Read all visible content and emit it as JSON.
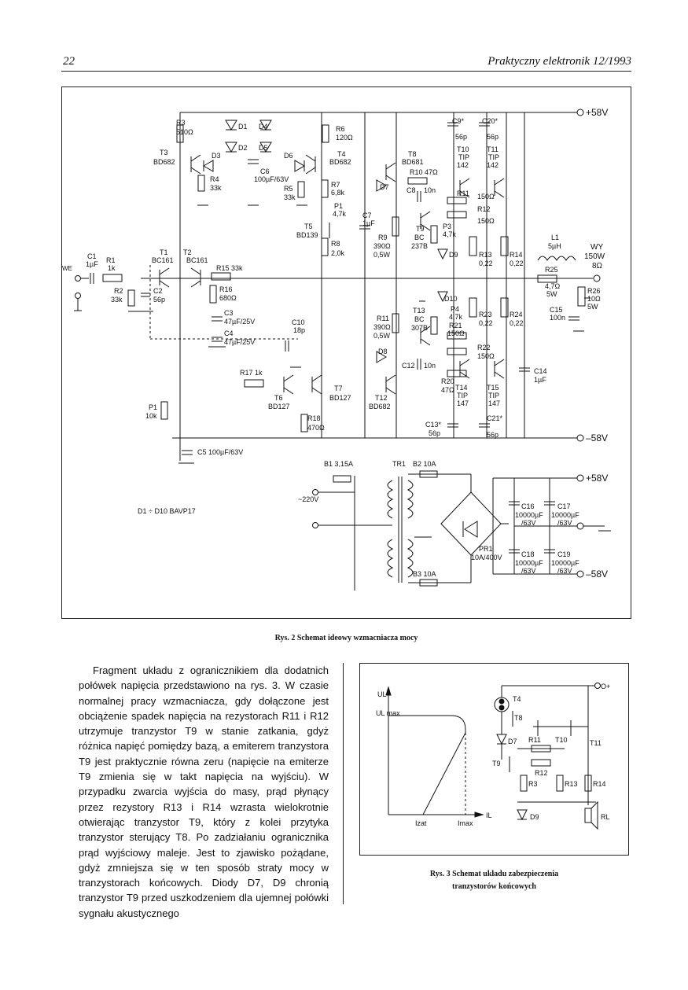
{
  "header": {
    "page_number": "22",
    "journal": "Praktyczny elektronik 12/1993"
  },
  "figure2": {
    "caption": "Rys. 2 Schemat ideowy wzmacniacza mocy",
    "rail_pos": "+58V",
    "rail_neg": "–58V",
    "note": "D1 ÷ D10 BAVP17",
    "labels": {
      "R3": "R3",
      "R3v": "510Ω",
      "D1": "D1",
      "D4": "D4",
      "R6": "R6",
      "R6v": "120Ω",
      "D2": "D2",
      "D5": "D5",
      "T3": "T3",
      "T3t": "BD682",
      "D3": "D3",
      "D6": "D6",
      "T4": "T4",
      "T4t": "BD682",
      "C6": "C6",
      "C6v": "100µF/63V",
      "R4": "R4",
      "R4v": "33k",
      "R5": "R5",
      "R5v": "33k",
      "R7": "R7",
      "R7v": "6,8k",
      "P1a": "P1",
      "P1av": "4,7k",
      "T5": "T5",
      "T5t": "BD139",
      "R8": "R8",
      "R8v": "2,0k",
      "T8": "T8",
      "T8t": "BD681",
      "R10": "R10 47Ω",
      "D7": "D7",
      "C8": "C8",
      "C8v": "10n",
      "C7": "C7",
      "C7v": "1µF",
      "R9": "R9",
      "R9v": "390Ω",
      "R9p": "0,5W",
      "T9": "T9",
      "T9t": "BC",
      "T9n": "237B",
      "P3": "P3",
      "P3v": "4,7k",
      "D9": "D9",
      "C9": "C9*",
      "C9v": "56p",
      "C20": "C20*",
      "C20v": "56p",
      "T10": "T10",
      "T10t": "TIP",
      "T10n": "142",
      "T11": "T11",
      "T11t": "TIP",
      "T11n": "142",
      "R11": "R11",
      "R11v": "150Ω",
      "R12": "R12",
      "R12v": "150Ω",
      "R13": "R13",
      "R13v": "0,22",
      "R14": "R14",
      "R14v": "0,22",
      "L1": "L1",
      "L1v": "5µH",
      "WY": "WY",
      "WYp": "150W",
      "WYz": "8Ω",
      "R25": "R25",
      "R25v": "4,7Ω",
      "R25p": "5W",
      "R26": "R26",
      "R26v": "10Ω",
      "R26p": "5W",
      "C15": "C15",
      "C15v": "100n",
      "WE": "WE",
      "C1": "C1",
      "C1v": "1µF",
      "R1": "R1",
      "R1v": "1k",
      "R2": "R2",
      "R2v": "33k",
      "C2": "C2",
      "C2v": "56p",
      "T1": "T1",
      "T1t": "BC161",
      "T2": "T2",
      "T2t": "BC161",
      "R15": "R15 33k",
      "R16": "R16",
      "R16v": "680Ω",
      "C3": "C3",
      "C3v": "47µF/25V",
      "C4": "C4",
      "C4v": "47µF/25V",
      "C10": "C10",
      "C10v": "18p",
      "D10": "D10",
      "P4": "P4",
      "P4v": "4,7k",
      "T13": "T13",
      "T13t": "BC",
      "T13n": "307B",
      "R11b": "R11",
      "R11bv": "390Ω",
      "R11bp": "0,5W",
      "R21": "R21",
      "R21v": "150Ω",
      "R23": "R23",
      "R23v": "0,22",
      "R24": "R24",
      "R24v": "0,22",
      "R22": "R22",
      "R22v": "150Ω",
      "D8": "D8",
      "C12": "C12",
      "C12v": "10n",
      "C14": "C14",
      "C14v": "1µF",
      "R17": "R17 1k",
      "T6": "T6",
      "T6t": "BD127",
      "T7": "T7",
      "T7t": "BD127",
      "T12": "T12",
      "T12t": "BD682",
      "R20": "R20",
      "R20v": "47Ω",
      "T14": "T14",
      "T14t": "TIP",
      "T14n": "147",
      "T15": "T15",
      "T15t": "TIP",
      "T15n": "147",
      "P1b": "P1",
      "P1bv": "10k",
      "R18": "R18",
      "R18v": "470Ω",
      "C13": "C13*",
      "C13v": "56p",
      "C21": "C21*",
      "C21v": "56p",
      "C5": "C5 100µF/63V",
      "B1": "B1 3,15A",
      "TR1": "TR1",
      "B2": "B2 10A",
      "B3": "B3 10A",
      "mains": "~220V",
      "PR1": "PR1",
      "PR1v": "10A/400V",
      "C16": "C16",
      "C16v": "10000µF",
      "C16p": "/63V",
      "C17": "C17",
      "C17v": "10000µF",
      "C17p": "/63V",
      "C18": "C18",
      "C18v": "10000µF",
      "C18p": "/63V",
      "C19": "C19",
      "C19v": "10000µF",
      "C19p": "/63V"
    }
  },
  "article": {
    "paragraph": "Fragment układu z ogranicznikiem dla dodatnich połówek napięcia przedstawiono na rys. 3. W czasie normalnej pracy wzmacniacza, gdy dołączone jest obciążenie spadek napięcia na rezystorach R11 i R12 utrzymuje tranzystor T9 w stanie zatkania, gdyż różnica napięć pomiędzy bazą, a emiterem tranzystora T9 jest praktycznie równa zeru (napięcie na emiterze T9 zmienia się w takt napięcia na wyjściu). W przypadku zwarcia wyjścia do masy, prąd płynący przez rezystory R13 i R14 wzrasta wielokrotnie otwierając tranzystor T9, który z kolei przytyka tranzystor sterujący T8. Po zadziałaniu ogranicznika prąd wyjściowy maleje. Jest to zjawisko pożądane, gdyż zmniejsza się w ten sposób straty mocy w tranzystorach końcowych. Diody D7, D9 chronią tranzystor T9 przed uszkodzeniem dla ujemnej połówki sygnału akustycznego"
  },
  "figure3": {
    "caption_line1": "Rys. 3 Schemat układu zabezpieczenia",
    "caption_line2": "tranzystorów końcowych",
    "graph": {
      "y_axis": "UL",
      "y_max": "UL max",
      "x_axis": "IL",
      "x_zat": "Izat",
      "x_max": "Imax"
    },
    "labels": {
      "plus": "O+",
      "T4": "T4",
      "T8": "T8",
      "D7": "D7",
      "R11": "R11",
      "T10": "T10",
      "T11": "T11",
      "T9": "T9",
      "R12": "R12",
      "R3": "R3",
      "R13": "R13",
      "R14": "R14",
      "D9": "D9",
      "RL": "RL"
    }
  }
}
